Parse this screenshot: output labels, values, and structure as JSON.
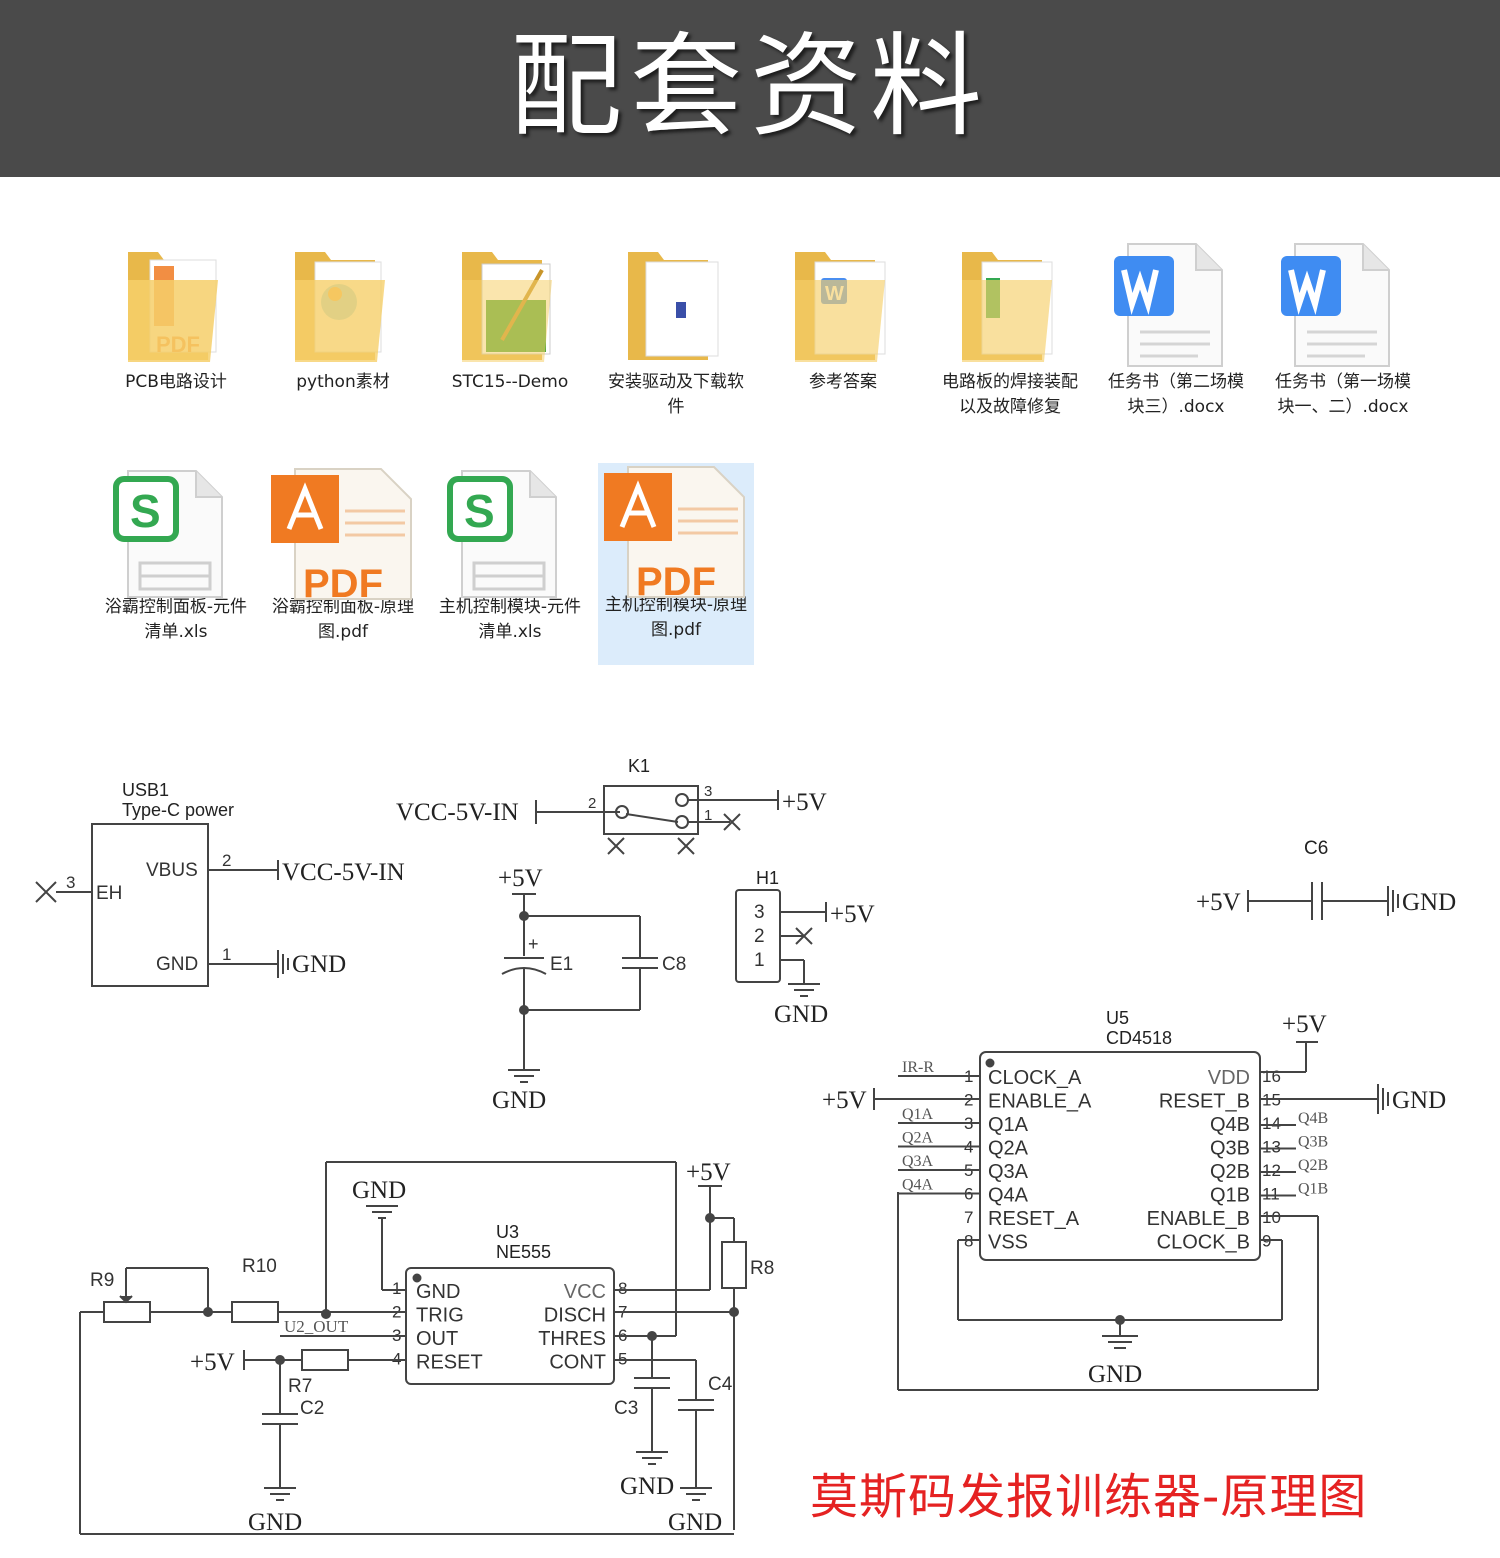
{
  "header": {
    "title": "配套资料"
  },
  "files": [
    {
      "label": "PCB电路设计",
      "icon": "folder-pdf-icon"
    },
    {
      "label": "python素材",
      "icon": "folder-image-icon"
    },
    {
      "label": "STC15--Demo",
      "icon": "folder-notepad-icon"
    },
    {
      "label": "安装驱动及下载软件",
      "icon": "folder-installer-icon"
    },
    {
      "label": "参考答案",
      "icon": "folder-word-icon"
    },
    {
      "label": "电路板的焊接装配以及故障修复",
      "icon": "folder-sheet-icon"
    },
    {
      "label": "任务书（第二场模块三）.docx",
      "icon": "word-doc-icon"
    },
    {
      "label": "任务书（第一场模块一、二）.docx",
      "icon": "word-doc-icon"
    },
    {
      "label": "浴霸控制面板-元件清单.xls",
      "icon": "excel-sheet-icon"
    },
    {
      "label": "浴霸控制面板-原理图.pdf",
      "icon": "pdf-doc-icon"
    },
    {
      "label": "主机控制模块-元件清单.xls",
      "icon": "excel-sheet-icon"
    },
    {
      "label": "主机控制模块-原理图.pdf",
      "icon": "pdf-doc-icon"
    }
  ],
  "schematic": {
    "caption": "莫斯码发报训练器-原理图",
    "usb1": {
      "ref": "USB1",
      "value": "Type-C power",
      "pin_vbus": "VBUS",
      "pin_gnd": "GND",
      "pin_eh": "EH",
      "num_vbus": "2",
      "num_gnd": "1",
      "num_eh": "3"
    },
    "k1": {
      "ref": "K1",
      "pin2": "2",
      "pin3": "3",
      "pin1": "1"
    },
    "h1": {
      "ref": "H1",
      "p3": "3",
      "p2": "2",
      "p1": "1"
    },
    "c6": {
      "ref": "C6"
    },
    "e1": {
      "ref": "E1",
      "plus": "+"
    },
    "c8": {
      "ref": "C8"
    },
    "nets": {
      "vcc_in": "VCC-5V-IN",
      "p5v": "+5V",
      "gnd": "GND"
    },
    "u5": {
      "ref": "U5",
      "value": "CD4518",
      "left_pins": [
        "CLOCK_A",
        "ENABLE_A",
        "Q1A",
        "Q2A",
        "Q3A",
        "Q4A",
        "RESET_A",
        "VSS"
      ],
      "left_nums": [
        "1",
        "2",
        "3",
        "4",
        "5",
        "6",
        "7",
        "8"
      ],
      "right_pins": [
        "VDD",
        "RESET_B",
        "Q4B",
        "Q3B",
        "Q2B",
        "Q1B",
        "ENABLE_B",
        "CLOCK_B"
      ],
      "right_nums": [
        "16",
        "15",
        "14",
        "13",
        "12",
        "11",
        "10",
        "9"
      ],
      "left_nets": [
        "IR-R",
        "",
        "Q1A",
        "Q2A",
        "Q3A",
        "Q4A"
      ],
      "right_nets": [
        "",
        "",
        "Q4B",
        "Q3B",
        "Q2B",
        "Q1B"
      ]
    },
    "u3": {
      "ref": "U3",
      "value": "NE555",
      "left_pins": [
        "GND",
        "TRIG",
        "OUT",
        "RESET"
      ],
      "left_nums": [
        "1",
        "2",
        "3",
        "4"
      ],
      "right_pins": [
        "VCC",
        "DISCH",
        "THRES",
        "CONT"
      ],
      "right_nums": [
        "8",
        "7",
        "6",
        "5"
      ],
      "out_net": "U2_OUT"
    },
    "parts": {
      "r9": "R9",
      "r10": "R10",
      "r7": "R7",
      "r8": "R8",
      "c2": "C2",
      "c3": "C3",
      "c4": "C4"
    }
  }
}
